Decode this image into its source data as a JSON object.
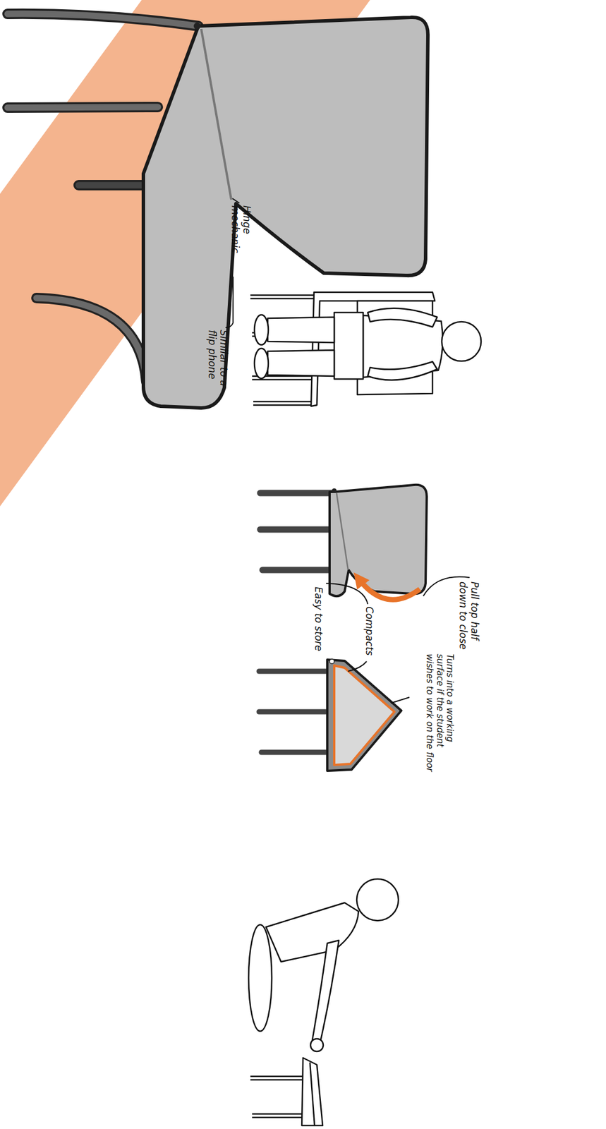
{
  "diagram": {
    "labels": [
      "Hinge mechanic",
      "Similar to a flip phone",
      "Pull top half down to close",
      "Turns into a working surface if the student wishes to work on the floor",
      "Compacts",
      "Easy to store"
    ]
  }
}
